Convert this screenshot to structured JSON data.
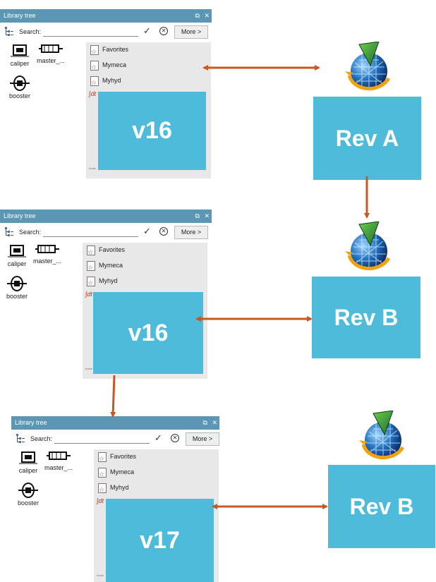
{
  "panel": {
    "title": "Library tree",
    "pin_icon": "⧉",
    "close_icon": "✕",
    "search_label": "Search:",
    "search_value": "",
    "check_icon": "✓",
    "cancel_icon": "✕",
    "more_label": "More >",
    "parts": [
      "caliper",
      "master_...",
      "booster"
    ],
    "library_items": [
      "Favorites",
      "Mymeca",
      "Myhyd"
    ],
    "fragment_text": "∫dt",
    "tiny_text": "brake"
  },
  "rows": [
    {
      "version": "v16",
      "revision": "Rev A"
    },
    {
      "version": "v16",
      "revision": "Rev B"
    },
    {
      "version": "v17",
      "revision": "Rev B"
    }
  ],
  "colors": {
    "box_fill": "#4dbbd9",
    "arrow": "#c8581f",
    "titlebar": "#5b97b5"
  }
}
